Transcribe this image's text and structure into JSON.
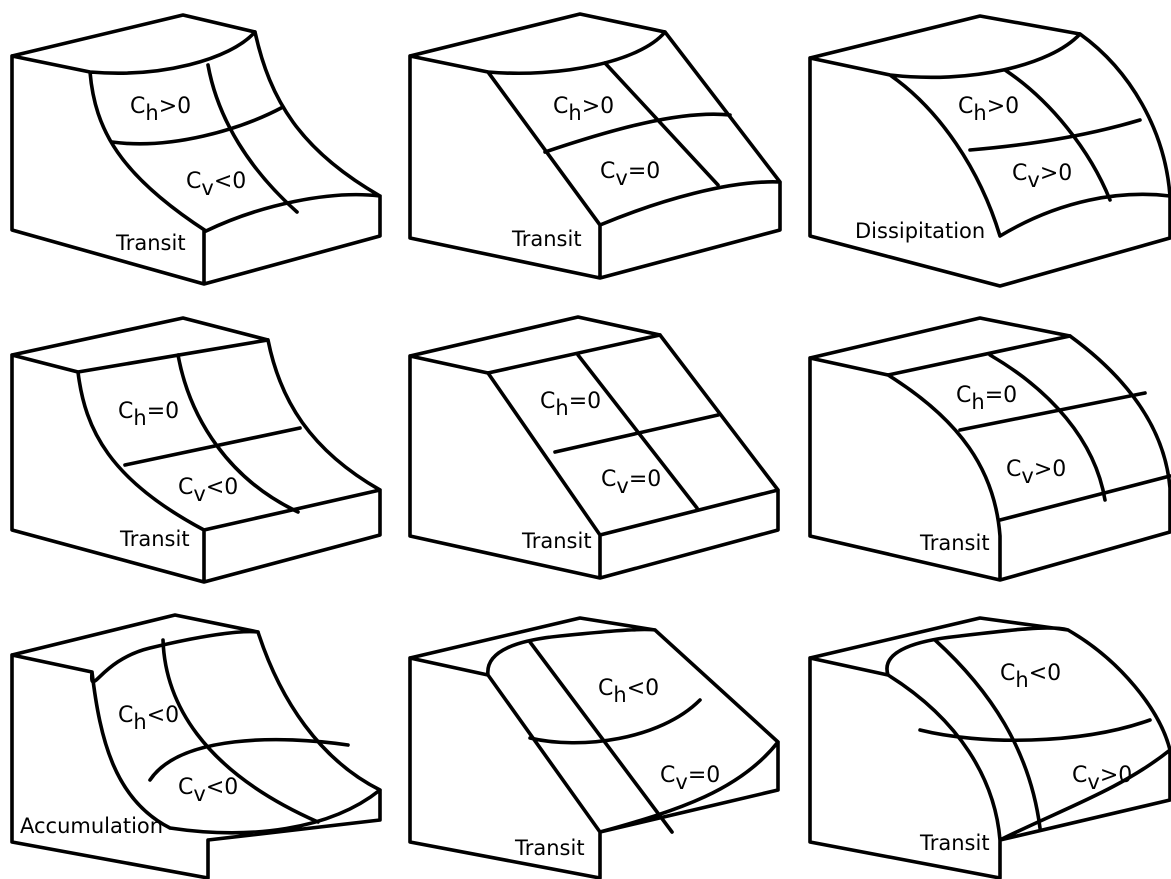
{
  "figure": {
    "panels": [
      {
        "id": "r1c1",
        "ch_base": "C",
        "ch_sub": "h",
        "ch_rel": ">0",
        "cv_base": "C",
        "cv_sub": "v",
        "cv_rel": "<0",
        "label": "Transit"
      },
      {
        "id": "r1c2",
        "ch_base": "C",
        "ch_sub": "h",
        "ch_rel": ">0",
        "cv_base": "C",
        "cv_sub": "v",
        "cv_rel": "=0",
        "label": "Transit"
      },
      {
        "id": "r1c3",
        "ch_base": "C",
        "ch_sub": "h",
        "ch_rel": ">0",
        "cv_base": "C",
        "cv_sub": "v",
        "cv_rel": ">0",
        "label": "Dissipitation"
      },
      {
        "id": "r2c1",
        "ch_base": "C",
        "ch_sub": "h",
        "ch_rel": "=0",
        "cv_base": "C",
        "cv_sub": "v",
        "cv_rel": "<0",
        "label": "Transit"
      },
      {
        "id": "r2c2",
        "ch_base": "C",
        "ch_sub": "h",
        "ch_rel": "=0",
        "cv_base": "C",
        "cv_sub": "v",
        "cv_rel": "=0",
        "label": "Transit"
      },
      {
        "id": "r2c3",
        "ch_base": "C",
        "ch_sub": "h",
        "ch_rel": "=0",
        "cv_base": "C",
        "cv_sub": "v",
        "cv_rel": ">0",
        "label": "Transit"
      },
      {
        "id": "r3c1",
        "ch_base": "C",
        "ch_sub": "h",
        "ch_rel": "<0",
        "cv_base": "C",
        "cv_sub": "v",
        "cv_rel": "<0",
        "label": "Accumulation"
      },
      {
        "id": "r3c2",
        "ch_base": "C",
        "ch_sub": "h",
        "ch_rel": "<0",
        "cv_base": "C",
        "cv_sub": "v",
        "cv_rel": "=0",
        "label": "Transit"
      },
      {
        "id": "r3c3",
        "ch_base": "C",
        "ch_sub": "h",
        "ch_rel": "<0",
        "cv_base": "C",
        "cv_sub": "v",
        "cv_rel": ">0",
        "label": "Transit"
      }
    ],
    "colors": {
      "line": "#000000",
      "background": "#ffffff"
    }
  }
}
